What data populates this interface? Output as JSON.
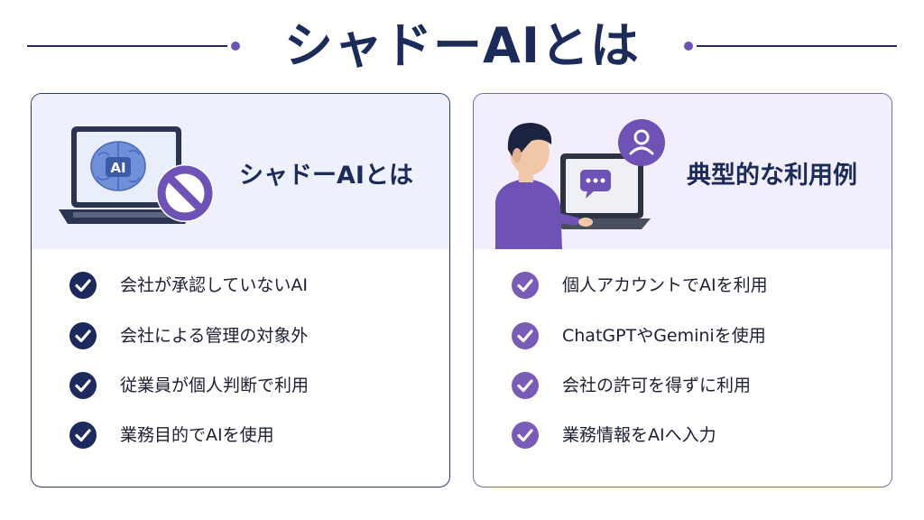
{
  "title": "シャドーAIとは",
  "colors": {
    "navy": "#1b2b5a",
    "purple": "#7a5bb8"
  },
  "left_card": {
    "heading": "シャドーAIとは",
    "illustration_icon": "laptop-ai-prohibited-icon",
    "illustration_label": "AI",
    "items": [
      "会社が承認していないAI",
      "会社による管理の対象外",
      "従業員が個人判断で利用",
      "業務目的でAIを使用"
    ]
  },
  "right_card": {
    "heading": "典型的な利用例",
    "illustration_icon": "person-using-laptop-icon",
    "items": [
      "個人アカウントでAIを利用",
      "ChatGPTやGeminiを使用",
      "会社の許可を得ずに利用",
      "業務情報をAIへ入力"
    ]
  }
}
